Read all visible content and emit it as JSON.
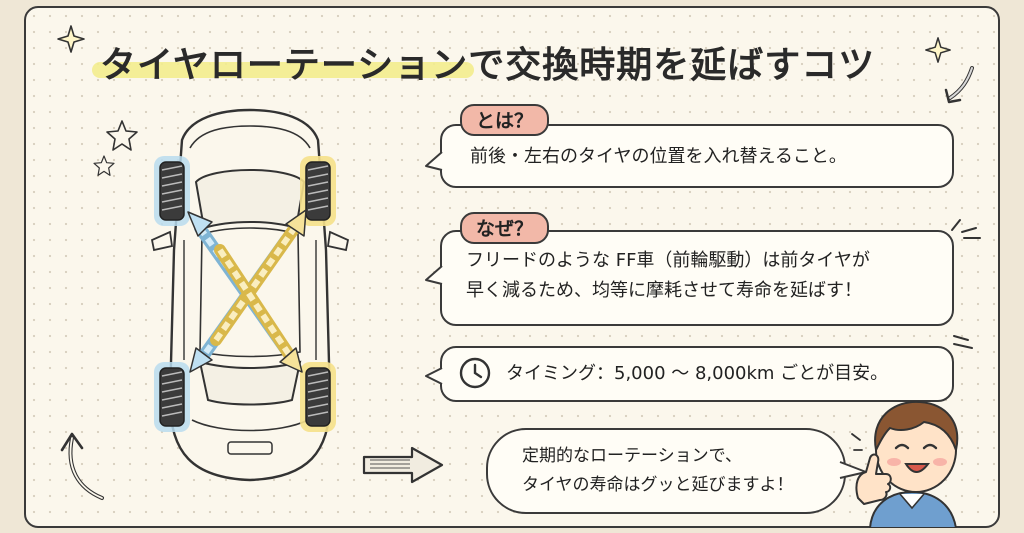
{
  "title": "タイヤローテーションで交換時期を延ばすコツ",
  "sections": {
    "what": {
      "tag": "とは？",
      "text": "前後・左右のタイヤの位置を入れ替えること。"
    },
    "why": {
      "tag": "なぜ？",
      "line1": "フリードのような FF車（前輪駆動）は前タイヤが",
      "line2": "早く減るため、均等に摩耗させて寿命を延ばす！"
    },
    "timing": {
      "text": "タイミング：5,000 〜 8,000km ごとが目安。"
    },
    "speech": {
      "line1": "定期的なローテーションで、",
      "line2": "タイヤの寿命はグッと延びますよ！"
    }
  },
  "colors": {
    "accent_tag": "#f2b8a8",
    "highlight": "#f3ec8e",
    "front_left_tire": "#b9dcef",
    "front_right_tire": "#f5e08a",
    "arrow_blue": "#bfe0f2",
    "arrow_yellow": "#f6e29a"
  },
  "icons": [
    "sparkle-icon",
    "star-icon",
    "clock-icon",
    "curved-arrow-icon",
    "right-arrow-icon",
    "exclamation-lines-icon"
  ]
}
